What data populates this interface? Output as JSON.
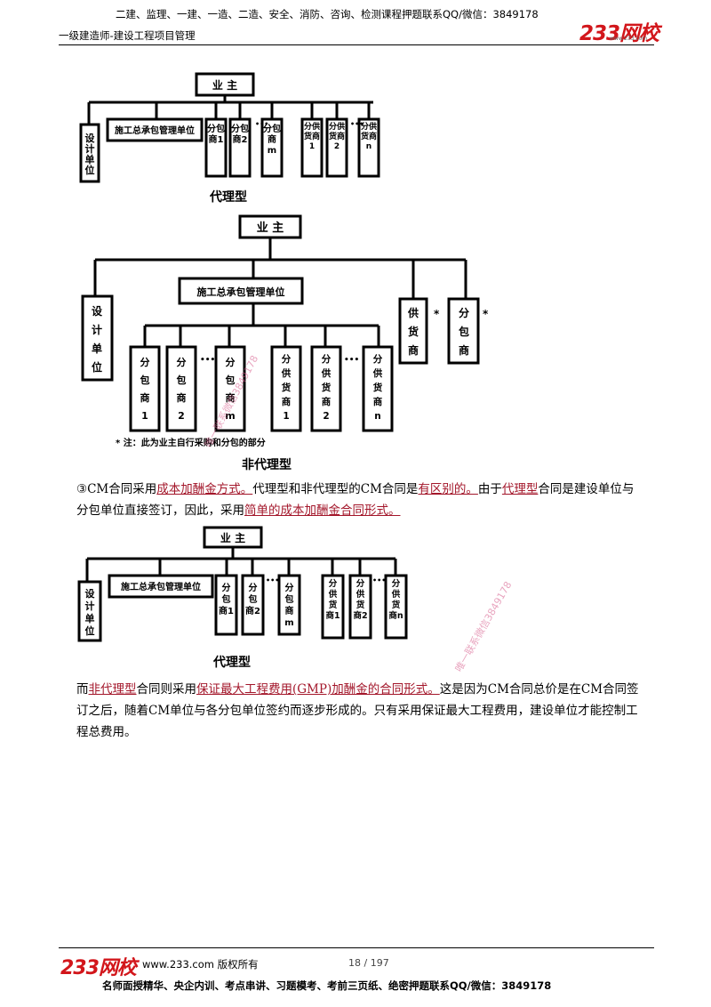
{
  "header": {
    "top_line": "二建、监理、一建、一造、二造、安全、消防、咨询、检测课程押题联系QQ/微信：3849178",
    "subtitle": "一级建造师-建设工程项目管理",
    "logo_text": "233网校",
    "logo_url": "www.233.com"
  },
  "diagram1": {
    "owner": "业 主",
    "design": "设计单位",
    "gc": "施工总承包管理单位",
    "subs": [
      "分包商1",
      "分包商2",
      "分包商m"
    ],
    "suppliers": [
      "分供货商1",
      "分供货商2",
      "分供货商n"
    ],
    "ellipsis": "•••",
    "caption": "代理型"
  },
  "diagram2": {
    "owner": "业 主",
    "design": "设计单位",
    "gc": "施工总承包管理单位",
    "supplier": "供货商",
    "subcontractor": "分包商",
    "star": "*",
    "subs": [
      "分包商1",
      "分包商2",
      "分包商m"
    ],
    "suppliers": [
      "分供货商1",
      "分供货商2",
      "分供货商n"
    ],
    "ellipsis": "•••",
    "note": "* 注：此为业主自行采购和分包的部分",
    "caption": "非代理型"
  },
  "paragraph1": {
    "p1": "③CM合同采用",
    "m1": "成本加酬金方式。",
    "p2": "代理型和非代理型的CM合同是",
    "m2": "有区别的。",
    "p3": "由于",
    "m3": "代理型",
    "p4": "合同是建设单位与分包单位直接签订，因此，采用",
    "m4": "简单的成本加酬金合同形式。"
  },
  "diagram3": {
    "owner": "业 主",
    "design": "设计单位",
    "gc": "施工总承包管理单位",
    "subs": [
      "分包商1",
      "分包商2",
      "分包商m"
    ],
    "suppliers": [
      "分供货商1",
      "分供货商2",
      "分供货商n"
    ],
    "ellipsis": "•••",
    "caption": "代理型"
  },
  "paragraph2": {
    "p1": "而",
    "m1": "非代理型",
    "p2": "合同则采用",
    "m2": "保证最大工程费用(GMP)加酬金的合同形式。",
    "p3": "这是因为CM合同总价是在CM合同签订之后，随着CM单位与各分包单位签约而逐步形成的。只有采用保证最大工程费用，建设单位才能控制工程总费用。"
  },
  "watermarks": [
    "唯一联系微信3849178",
    "唯一联系微信3849178"
  ],
  "footer": {
    "logo_text": "233网校",
    "url_text": "www.233.com 版权所有",
    "page": "18 / 197",
    "bottom_line": "名师面授精华、央企内训、考点串讲、习题模考、考前三页纸、绝密押题联系QQ/微信：3849178"
  },
  "colors": {
    "brand_red": "#d2161b",
    "highlight": "#a3162a",
    "watermark": "#d65a8a"
  }
}
